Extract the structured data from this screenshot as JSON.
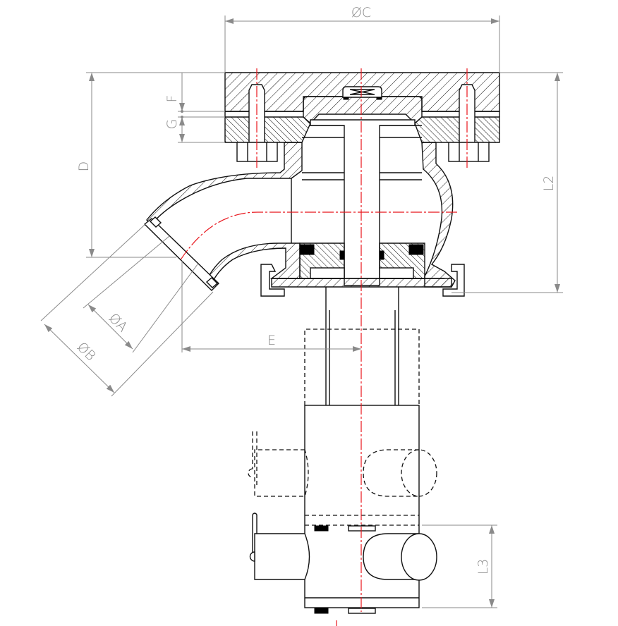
{
  "title": "Angle seat valve with actuator - dimension drawing",
  "dimensions": {
    "diameter_c": "ØC",
    "d": "D",
    "f": "F",
    "g": "G",
    "l2": "L2",
    "diameter_a": "ØA",
    "diameter_b": "ØB",
    "e": "E",
    "l3": "L3"
  },
  "colors": {
    "line": "#111111",
    "centerline": "#e8141b",
    "dimension": "#8a8a8a"
  }
}
